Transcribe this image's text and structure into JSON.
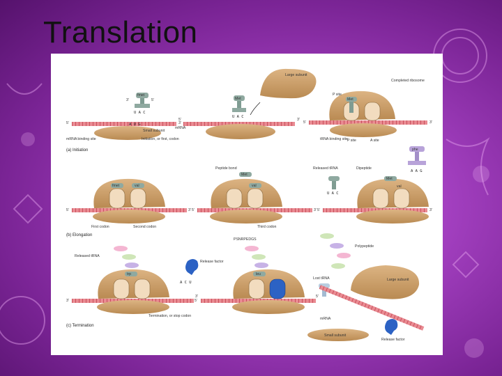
{
  "slide": {
    "title": "Translation"
  },
  "diagram": {
    "panels": {
      "initiation": "(a) Initiation",
      "elongation": "(b) Elongation",
      "termination": "(c) Termination"
    },
    "labels": {
      "fmet": "fmet",
      "met": "Met",
      "val": "val",
      "phe": "phe",
      "trp": "trp",
      "leu": "leu",
      "uac": "U A C",
      "aag": "A A G",
      "acu": "A C U",
      "aug": "A U G",
      "prime3": "3'",
      "prime5": "5'",
      "small_subunit": "Small subunit",
      "mrna": "mRNA",
      "mrna_binding_site": "mRNA binding site",
      "initiation_codon": "Initiation, or first, codon",
      "large_subunit": "Large subunit",
      "p_site": "P site",
      "a_site": "A site",
      "p_site_top": "P site",
      "completed_ribosome": "Completed ribosome",
      "trna_binding_site": "tRNA binding site",
      "first_codon": "First codon",
      "second_codon": "Second codon",
      "third_codon": "Third codon",
      "peptide_bond": "Peptide bond",
      "released_trna": "Released tRNA",
      "dipeptide": "Dipeptide",
      "release_factor": "Release factor",
      "termination_codon": "Termination, or stop codon",
      "polypeptide": "Polypeptide",
      "lost_trna": "Lost tRNA",
      "large_subunit_2": "Large subunit",
      "release_factor_2": "Release factor",
      "small_subunit_2": "Small subunit",
      "mrna_2": "mRNA",
      "peptide_chain": "PSNRPEDGS"
    }
  }
}
